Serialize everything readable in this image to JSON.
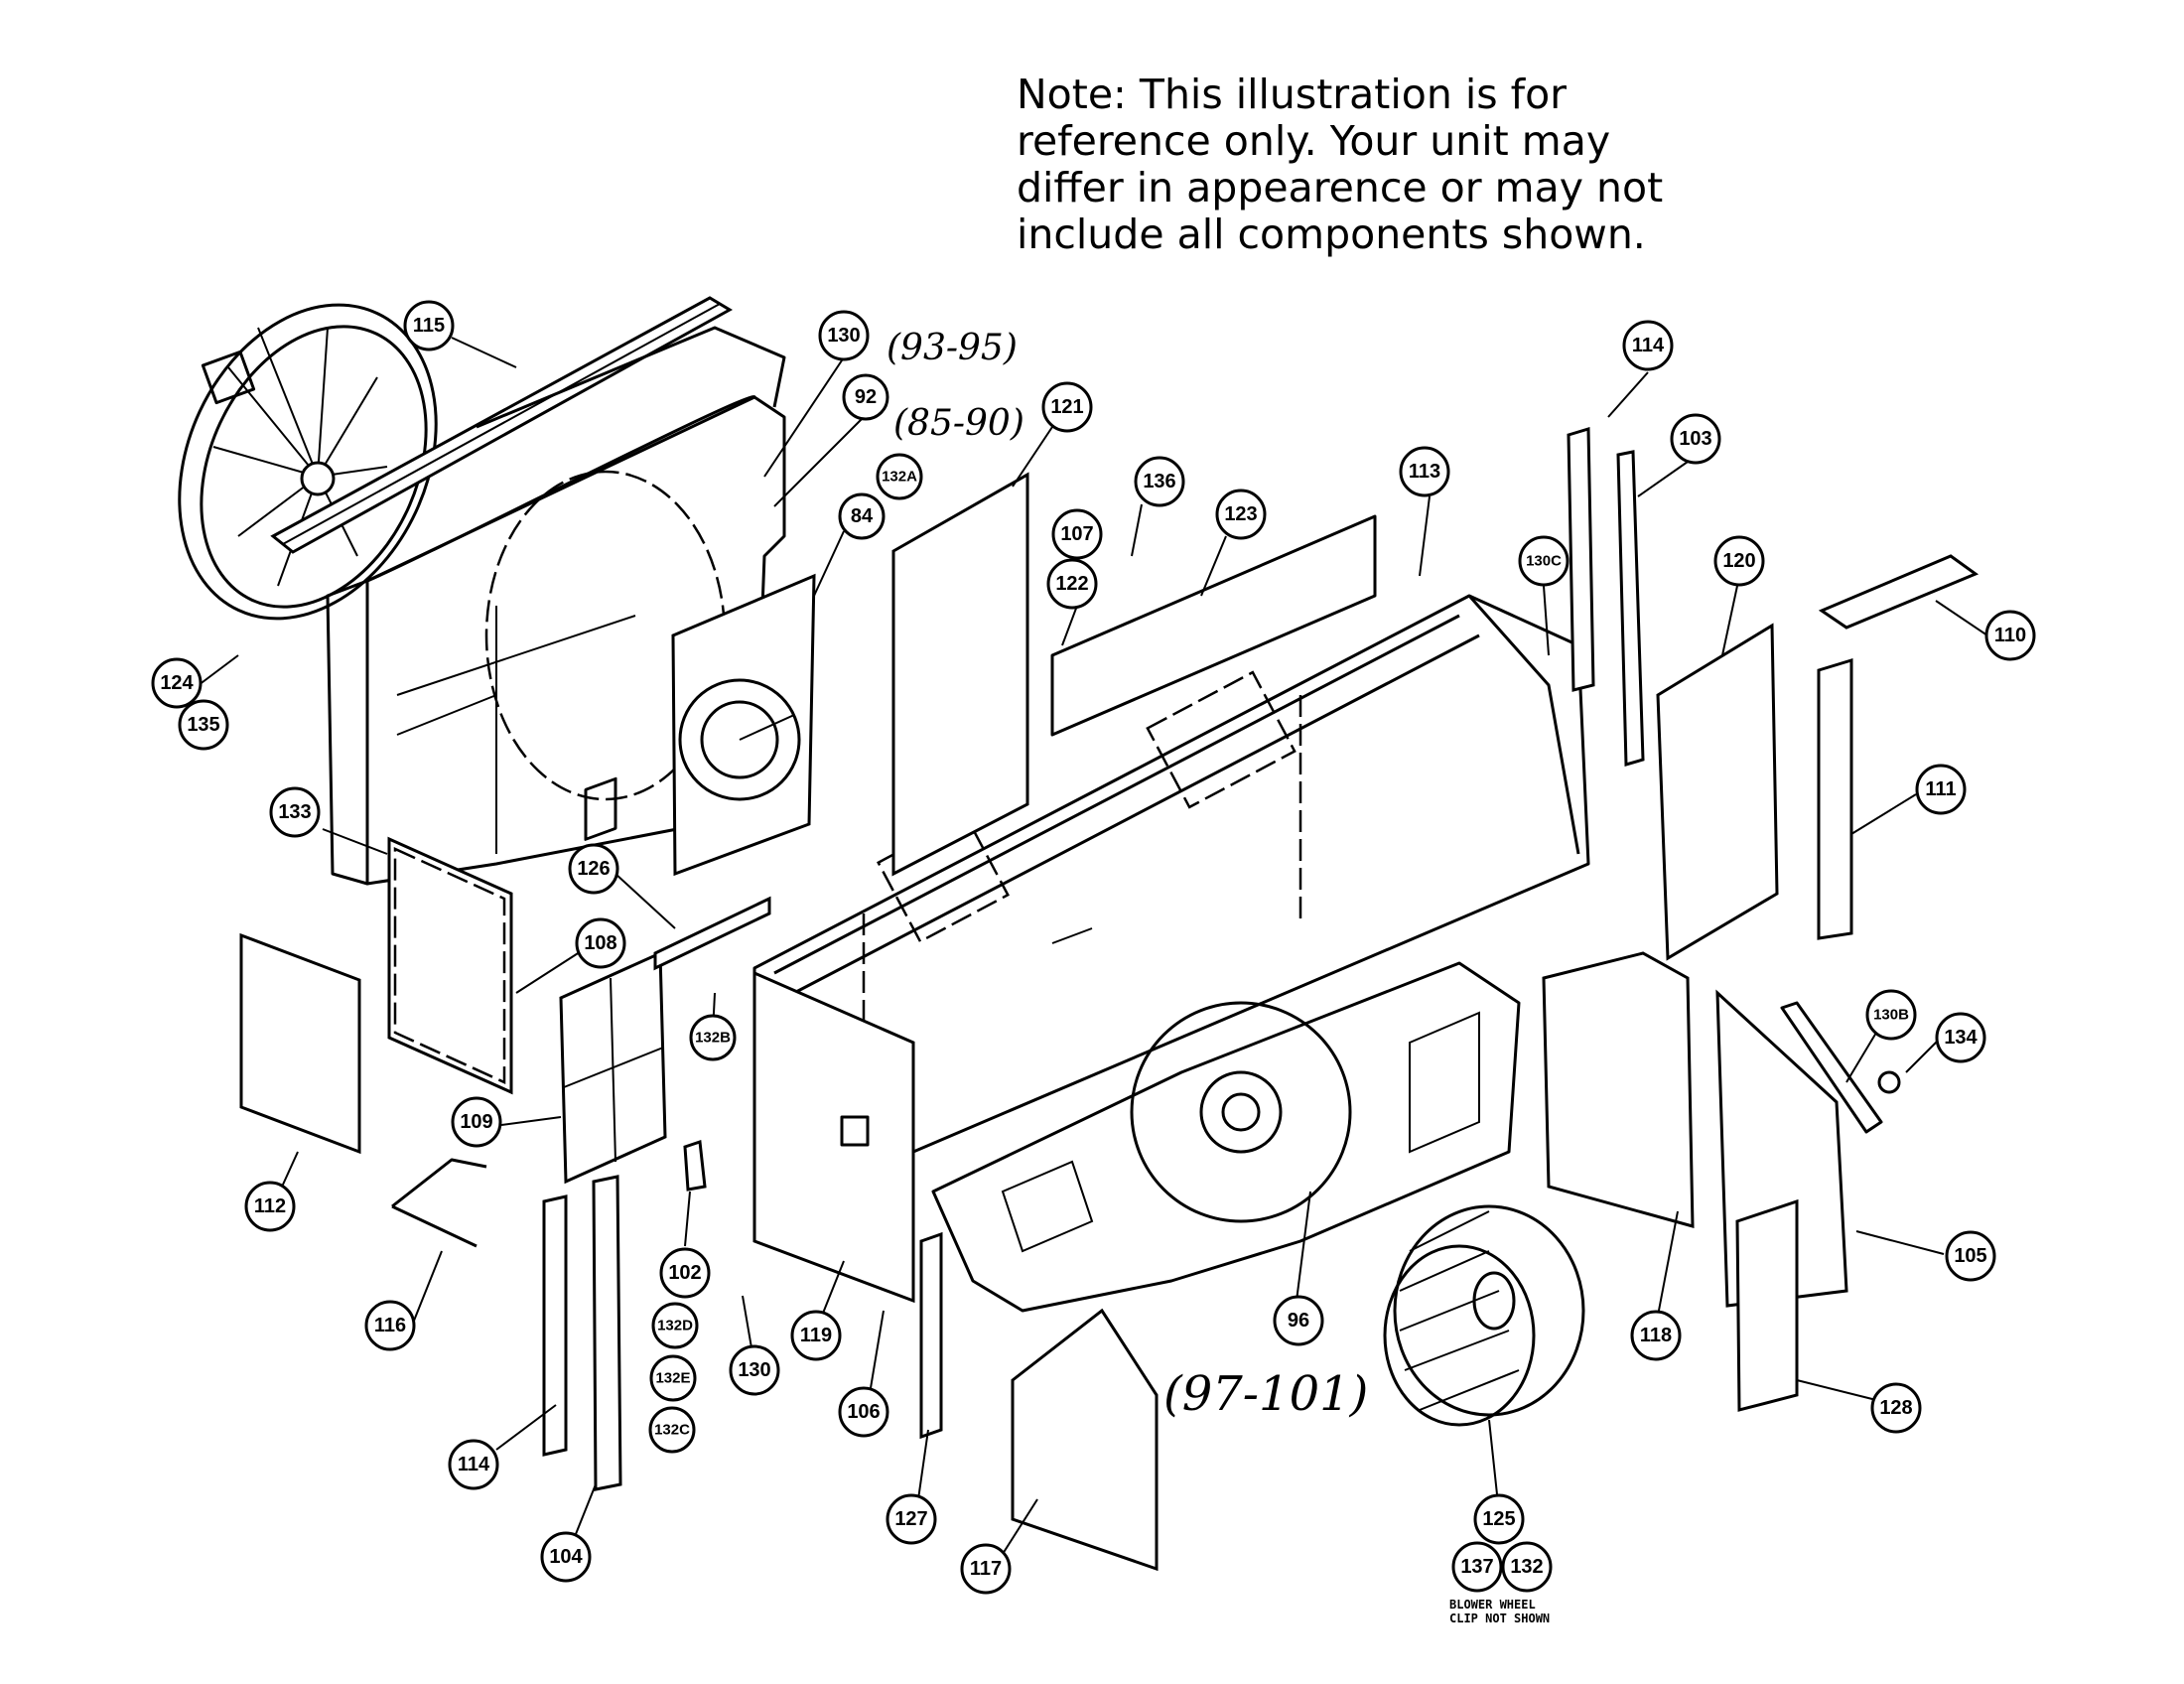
{
  "note": {
    "lines": [
      "Note: This illustration is for",
      "reference only. Your unit may",
      "differ in appearence or may not",
      "include all components shown."
    ]
  },
  "handwritten": {
    "range_93_95": "(93-95)",
    "range_85_90": "(85-90)",
    "range_97_101": "(97-101)"
  },
  "footnote": {
    "line1": "BLOWER WHEEL",
    "line2": "CLIP NOT SHOWN"
  },
  "callouts": [
    "115",
    "130",
    "92",
    "132A",
    "84",
    "121",
    "136",
    "107",
    "122",
    "123",
    "113",
    "130C",
    "114",
    "103",
    "120",
    "110",
    "124",
    "135",
    "111",
    "133",
    "126",
    "108",
    "132B",
    "109",
    "112",
    "102",
    "132D",
    "132E",
    "132C",
    "116",
    "130",
    "119",
    "106",
    "114",
    "104",
    "127",
    "117",
    "96",
    "125",
    "137",
    "132",
    "118",
    "130B",
    "134",
    "105",
    "128"
  ]
}
